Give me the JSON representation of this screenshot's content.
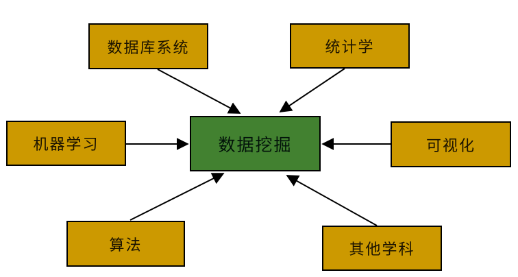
{
  "diagram": {
    "center": {
      "label": "数据挖掘"
    },
    "nodes": [
      {
        "id": "database-systems",
        "label": "数据库系统"
      },
      {
        "id": "statistics",
        "label": "统计学"
      },
      {
        "id": "machine-learning",
        "label": "机器学习"
      },
      {
        "id": "visualization",
        "label": "可视化"
      },
      {
        "id": "algorithms",
        "label": "算法"
      },
      {
        "id": "other-disciplines",
        "label": "其他学科"
      }
    ],
    "edges": [
      {
        "from": "database-systems",
        "to": "center"
      },
      {
        "from": "statistics",
        "to": "center"
      },
      {
        "from": "machine-learning",
        "to": "center"
      },
      {
        "from": "visualization",
        "to": "center"
      },
      {
        "from": "algorithms",
        "to": "center"
      },
      {
        "from": "other-disciplines",
        "to": "center"
      }
    ],
    "colors": {
      "node_fill": "#CC9900",
      "center_fill": "#428130",
      "border": "#000000",
      "arrow": "#000000",
      "background": "#FFFFFF"
    }
  }
}
